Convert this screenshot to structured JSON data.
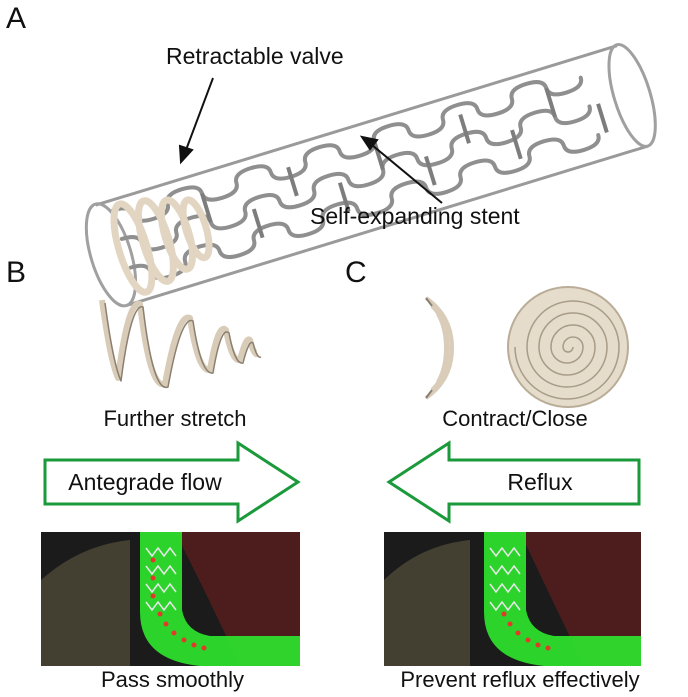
{
  "panels": {
    "a": {
      "letter": "A",
      "label_valve": "Retractable valve",
      "label_stent": "Self-expanding stent"
    },
    "b": {
      "letter": "B",
      "caption_top": "Further stretch",
      "arrow_label": "Antegrade flow",
      "caption_bottom": "Pass smoothly"
    },
    "c": {
      "letter": "C",
      "caption_top": "Contract/Close",
      "arrow_label": "Reflux",
      "caption_bottom": "Prevent reflux effectively"
    }
  },
  "colors": {
    "arrow_outline": "#1a9a3a",
    "stent_metal": "#8d8d8d",
    "valve_cream": "#e9dfcf",
    "render_bg": "#1b1b1b",
    "graft_green": "#2ee82e"
  }
}
